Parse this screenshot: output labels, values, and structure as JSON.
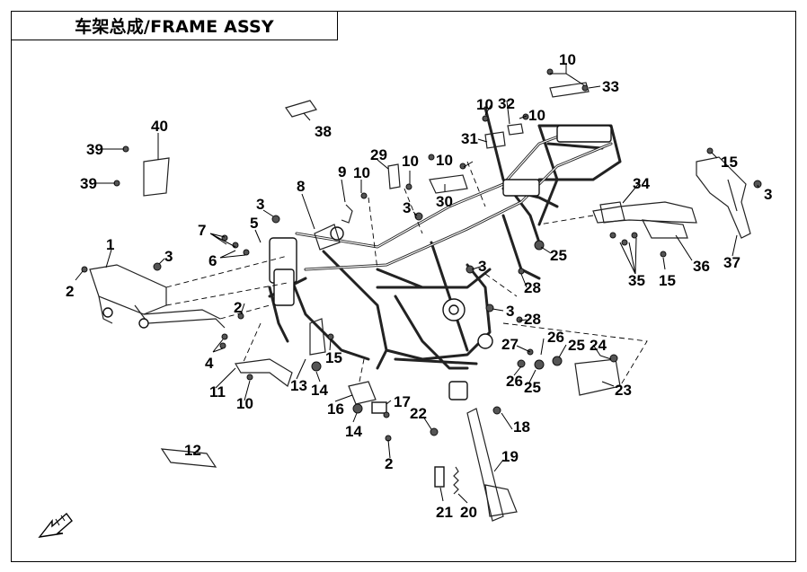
{
  "title": "车架总成/FRAME ASSY",
  "callouts": [
    "1",
    "2",
    "3",
    "4",
    "5",
    "6",
    "7",
    "8",
    "9",
    "10",
    "11",
    "12",
    "13",
    "14",
    "15",
    "16",
    "17",
    "18",
    "19",
    "20",
    "21",
    "22",
    "23",
    "24",
    "25",
    "26",
    "27",
    "28",
    "29",
    "30",
    "31",
    "32",
    "33",
    "34",
    "35",
    "36",
    "37",
    "38",
    "39",
    "40"
  ],
  "icons": [
    "front-direction-arrow-icon"
  ]
}
